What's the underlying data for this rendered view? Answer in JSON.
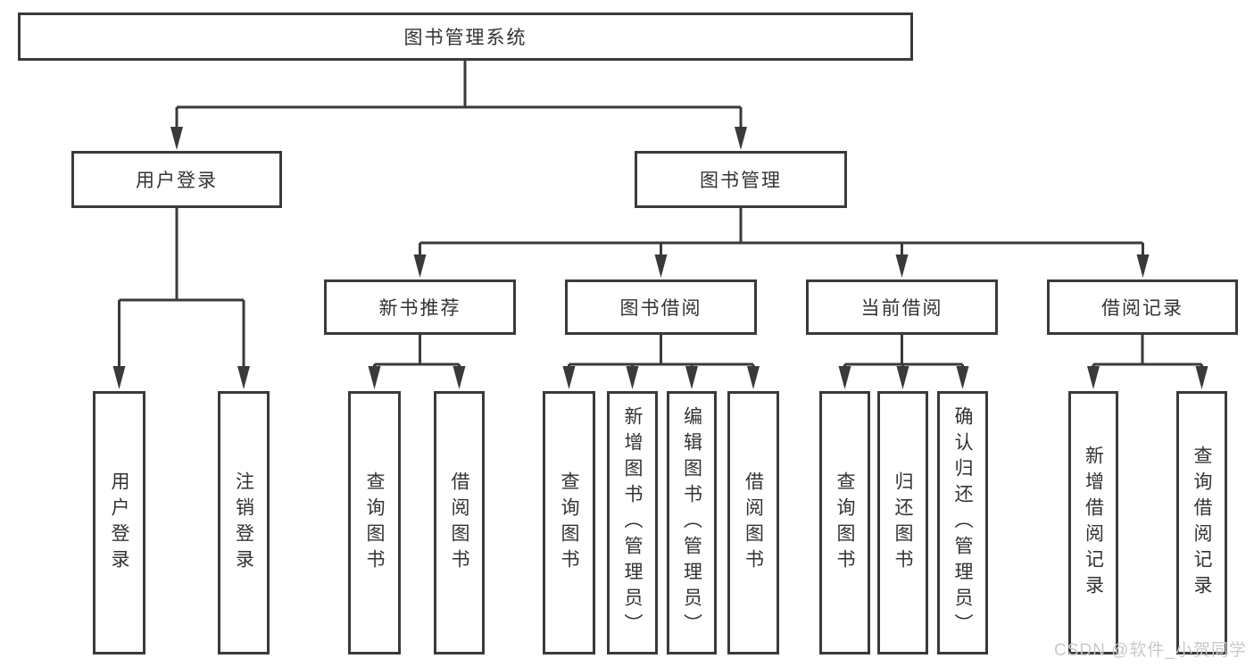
{
  "diagram": {
    "title": "图书管理系统",
    "type": "function-structure-tree",
    "colors": {
      "line": "#3a3a3a",
      "box_border": "#3a3a3a",
      "text": "#333333",
      "background": "#ffffff",
      "watermark_text_color": "#c9c9c9"
    },
    "tree": {
      "root": "图书管理系统",
      "children": [
        {
          "label": "用户登录",
          "children": [
            "用户登录",
            "注销登录"
          ]
        },
        {
          "label": "图书管理",
          "children": [
            {
              "label": "新书推荐",
              "children": [
                "查询图书",
                "借阅图书"
              ]
            },
            {
              "label": "图书借阅",
              "children": [
                "查询图书",
                "新增图书（管理员）",
                "编辑图书（管理员）",
                "借阅图书"
              ]
            },
            {
              "label": "当前借阅",
              "children": [
                "查询图书",
                "归还图书",
                "确认归还（管理员）"
              ]
            },
            {
              "label": "借阅记录",
              "children": [
                "新增借阅记录",
                "查询借阅记录"
              ]
            }
          ]
        }
      ]
    },
    "watermark": {
      "text": "CSDN @软件_小贺同学"
    }
  }
}
